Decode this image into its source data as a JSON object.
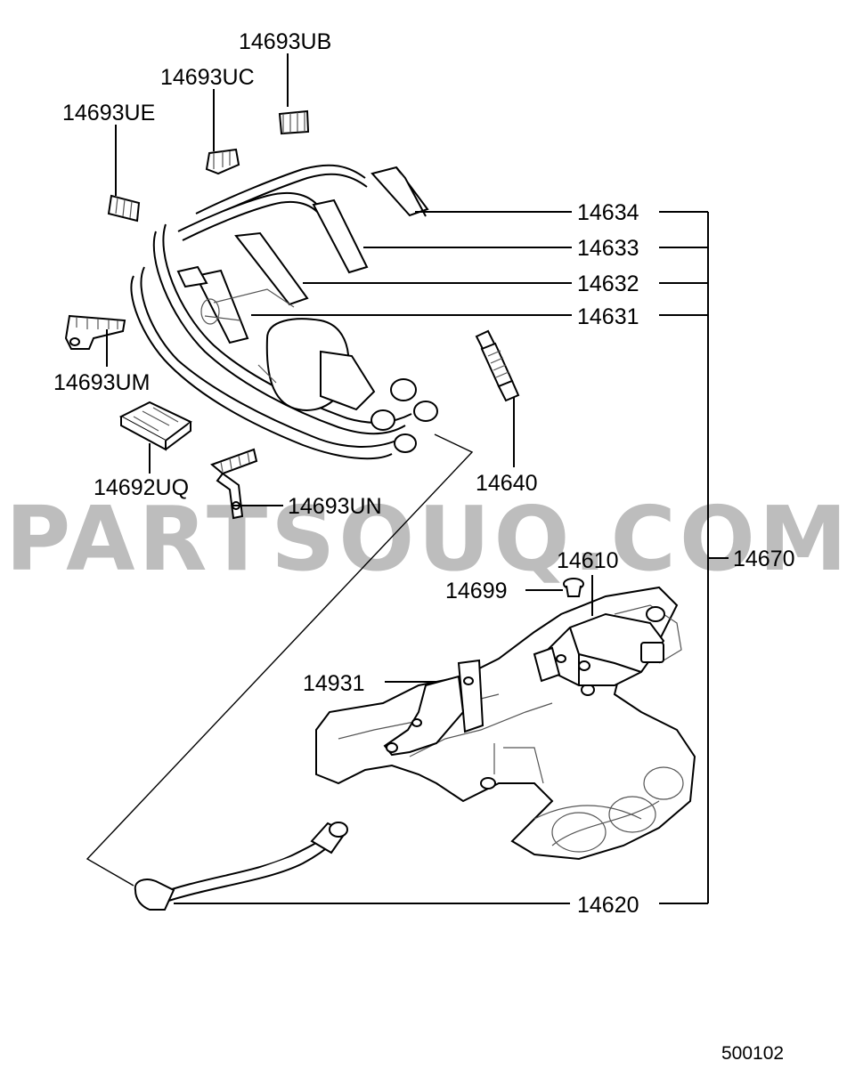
{
  "watermark": "PARTSOUQ.COM",
  "figure_code": "500102",
  "labels": {
    "p14693UB": "14693UB",
    "p14693UC": "14693UC",
    "p14693UE": "14693UE",
    "p14634": "14634",
    "p14633": "14633",
    "p14632": "14632",
    "p14631": "14631",
    "p14693UM": "14693UM",
    "p14692UQ": "14692UQ",
    "p14693UN": "14693UN",
    "p14640": "14640",
    "p14670": "14670",
    "p14610": "14610",
    "p14699": "14699",
    "p14931": "14931",
    "p14620": "14620"
  }
}
